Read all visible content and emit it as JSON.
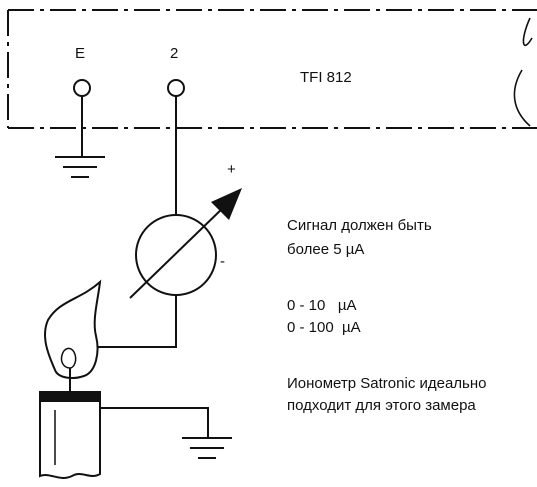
{
  "terminals": {
    "earth_label": "E",
    "two_label": "2"
  },
  "device": {
    "name": "TFI 812"
  },
  "meter": {
    "plus_sign": "+",
    "minus_sign": "-"
  },
  "notes": {
    "signal_line1": "Сигнал должен быть",
    "signal_line2": "более 5 µA",
    "range_line1": "0 - 10   µA",
    "range_line2": "0 - 100  µA",
    "ionometer_line1": "Ионометр Satronic идеально",
    "ionometer_line2": "подходит для этого замера"
  },
  "colors": {
    "line": "#111111",
    "background": "#ffffff"
  }
}
